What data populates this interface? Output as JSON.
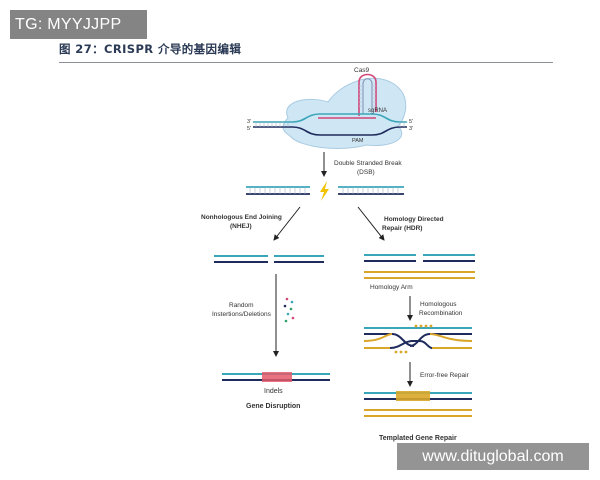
{
  "watermarks": {
    "top_left": "TG: MYYJJPP",
    "bottom_right": "www.dituglobal.com"
  },
  "figure": {
    "title": "图 27：CRISPR 介导的基因编辑"
  },
  "diagram": {
    "cas9_label": "Cas9",
    "sgrna_label": "sgRNA",
    "pam_label": "PAM",
    "strand_5_prime": "5'",
    "strand_3_prime": "3'",
    "dsb_label_line1": "Double Stranded Break",
    "dsb_label_line2": "(DSB)",
    "nhej_title_line1": "Nonhologous End Joining",
    "nhej_title_line2": "(NHEJ)",
    "hdr_title_line1": "Homology Directed",
    "hdr_title_line2": "Repair (HDR)",
    "random_label_line1": "Random",
    "random_label_line2": "Instertions/Deletions",
    "indels_label": "Indels",
    "gene_disruption_label": "Gene Disruption",
    "homology_arm_label": "Homology Arm",
    "homologous_recombination_line1": "Homologous",
    "homologous_recombination_line2": "Recombination",
    "error_free_label": "Error-free Repair",
    "templated_repair_label": "Templated Gene Repair"
  },
  "colors": {
    "dna_teal": "#3aa6b9",
    "dna_navy": "#1f2b5c",
    "donor_gold": "#d9a62a",
    "rna_pink": "#d2467a",
    "cas9_blob": "#cfe6f4",
    "indel_red": "#e35a6a",
    "bolt_yellow": "#f2c200"
  }
}
